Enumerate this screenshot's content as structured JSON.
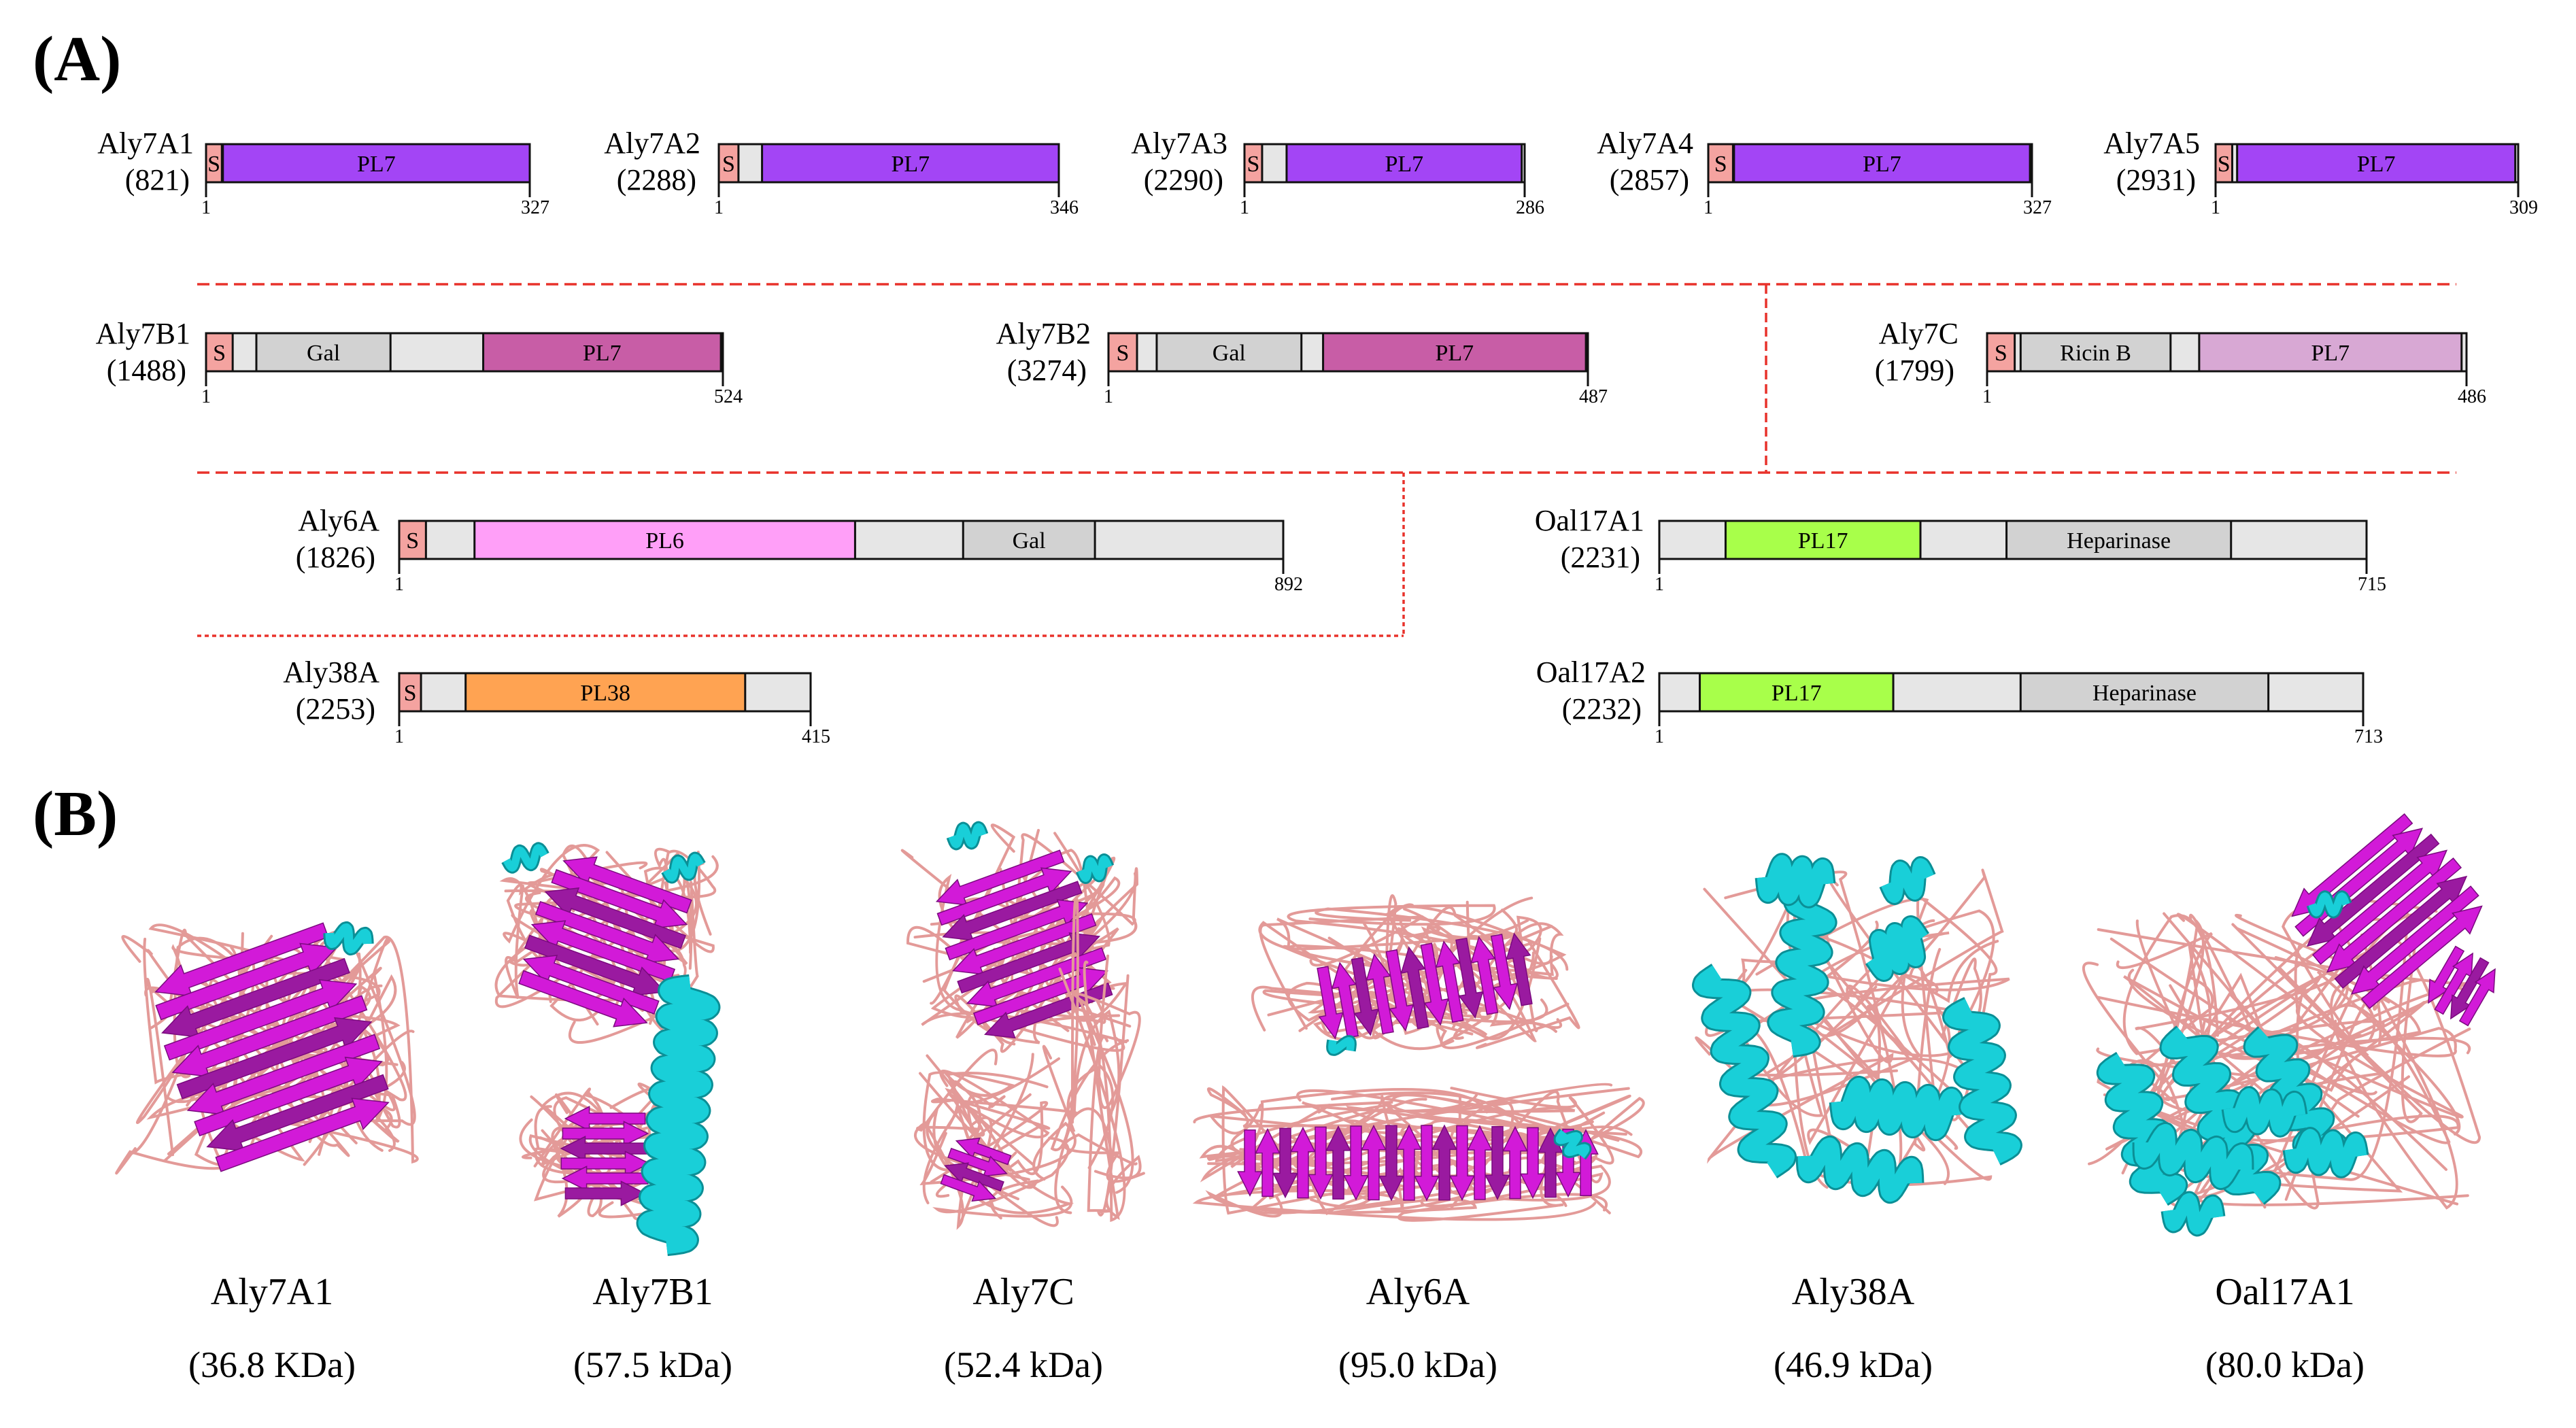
{
  "panel_a_label": "(A)",
  "panel_b_label": "(B)",
  "colors": {
    "signal": "#f4a3a0",
    "linker": "#e6e6e6",
    "PL7_A": "#a345f5",
    "PL7_B": "#c85da6",
    "PL7_C": "#d8a8d4",
    "Gal": "#d2d2d2",
    "Ricin B": "#d2d2d2",
    "Heparinase": "#d2d2d2",
    "PL6": "#ff9ff8",
    "PL17": "#a8ff4a",
    "PL38": "#ffa352",
    "divider": "#e8322b",
    "helix": "#19cfd8",
    "sheet": "#d21ad8",
    "loop": "#e39a98"
  },
  "proteins": [
    {
      "name": "Aly7A1",
      "id": "(821)",
      "start": "1",
      "length": 327,
      "length_label": "327",
      "domains": [
        {
          "label": "S",
          "from": 1,
          "to": 16,
          "color": "signal"
        },
        {
          "label": "PL7",
          "from": 18,
          "to": 327,
          "color": "PL7_A"
        }
      ]
    },
    {
      "name": "Aly7A2",
      "id": "(2288)",
      "start": "1",
      "length": 346,
      "length_label": "346",
      "domains": [
        {
          "label": "S",
          "from": 1,
          "to": 20,
          "color": "signal"
        },
        {
          "label": "PL7",
          "from": 45,
          "to": 346,
          "color": "PL7_A"
        }
      ]
    },
    {
      "name": "Aly7A3",
      "id": "(2290)",
      "start": "1",
      "length": 286,
      "length_label": "286",
      "domains": [
        {
          "label": "S",
          "from": 1,
          "to": 18,
          "color": "signal"
        },
        {
          "label": "PL7",
          "from": 44,
          "to": 283,
          "color": "PL7_A"
        }
      ]
    },
    {
      "name": "Aly7A4",
      "id": "(2857)",
      "start": "1",
      "length": 327,
      "length_label": "327",
      "domains": [
        {
          "label": "S",
          "from": 1,
          "to": 25,
          "color": "signal"
        },
        {
          "label": "PL7",
          "from": 27,
          "to": 325,
          "color": "PL7_A"
        }
      ]
    },
    {
      "name": "Aly7A5",
      "id": "(2931)",
      "start": "1",
      "length": 309,
      "length_label": "309",
      "domains": [
        {
          "label": "S",
          "from": 1,
          "to": 17,
          "color": "signal"
        },
        {
          "label": "PL7",
          "from": 23,
          "to": 306,
          "color": "PL7_A"
        }
      ]
    },
    {
      "name": "Aly7B1",
      "id": "(1488)",
      "start": "1",
      "length": 524,
      "length_label": "524",
      "domains": [
        {
          "label": "S",
          "from": 1,
          "to": 27,
          "color": "signal"
        },
        {
          "label": "Gal",
          "from": 52,
          "to": 187,
          "color": "Gal"
        },
        {
          "label": "PL7",
          "from": 282,
          "to": 522,
          "color": "PL7_B"
        }
      ]
    },
    {
      "name": "Aly7B2",
      "id": "(3274)",
      "start": "1",
      "length": 487,
      "length_label": "487",
      "domains": [
        {
          "label": "S",
          "from": 1,
          "to": 29,
          "color": "signal"
        },
        {
          "label": "Gal",
          "from": 50,
          "to": 196,
          "color": "Gal"
        },
        {
          "label": "PL7",
          "from": 219,
          "to": 485,
          "color": "PL7_B"
        }
      ]
    },
    {
      "name": "Aly7C",
      "id": "(1799)",
      "start": "1",
      "length": 486,
      "length_label": "486",
      "domains": [
        {
          "label": "S",
          "from": 1,
          "to": 28,
          "color": "signal"
        },
        {
          "label": "Ricin B",
          "from": 35,
          "to": 186,
          "color": "Ricin B"
        },
        {
          "label": "PL7",
          "from": 216,
          "to": 481,
          "color": "PL7_C"
        }
      ]
    },
    {
      "name": "Aly6A",
      "id": "(1826)",
      "start": "1",
      "length": 892,
      "length_label": "892",
      "domains": [
        {
          "label": "S",
          "from": 1,
          "to": 27,
          "color": "signal"
        },
        {
          "label": "PL6",
          "from": 77,
          "to": 460,
          "color": "PL6"
        },
        {
          "label": "Gal",
          "from": 570,
          "to": 702,
          "color": "Gal"
        }
      ]
    },
    {
      "name": "Oal17A1",
      "id": "(2231)",
      "start": "1",
      "length": 715,
      "length_label": "715",
      "domains": [
        {
          "label": "PL17",
          "from": 68,
          "to": 264,
          "color": "PL17"
        },
        {
          "label": "Heparinase",
          "from": 352,
          "to": 578,
          "color": "Heparinase"
        }
      ]
    },
    {
      "name": "Aly38A",
      "id": "(2253)",
      "start": "1",
      "length": 415,
      "length_label": "415",
      "domains": [
        {
          "label": "S",
          "from": 1,
          "to": 22,
          "color": "signal"
        },
        {
          "label": "PL38",
          "from": 68,
          "to": 349,
          "color": "PL38"
        }
      ]
    },
    {
      "name": "Oal17A2",
      "id": "(2232)",
      "start": "1",
      "length": 713,
      "length_label": "713",
      "domains": [
        {
          "label": "PL17",
          "from": 42,
          "to": 237,
          "color": "PL17"
        },
        {
          "label": "Heparinase",
          "from": 367,
          "to": 617,
          "color": "Heparinase"
        }
      ]
    }
  ],
  "structures": [
    {
      "name": "Aly7A1",
      "mass": "(36.8 KDa)",
      "model": "sheet"
    },
    {
      "name": "Aly7B1",
      "mass": "(57.5 kDa)",
      "model": "two-domain"
    },
    {
      "name": "Aly7C",
      "mass": "(52.4 kDa)",
      "model": "sheet-tail"
    },
    {
      "name": "Aly6A",
      "mass": "(95.0 kDa)",
      "model": "beta-helix"
    },
    {
      "name": "Aly38A",
      "mass": "(46.9 kDa)",
      "model": "helical"
    },
    {
      "name": "Oal17A1",
      "mass": "(80.0 kDa)",
      "model": "mixed"
    }
  ]
}
